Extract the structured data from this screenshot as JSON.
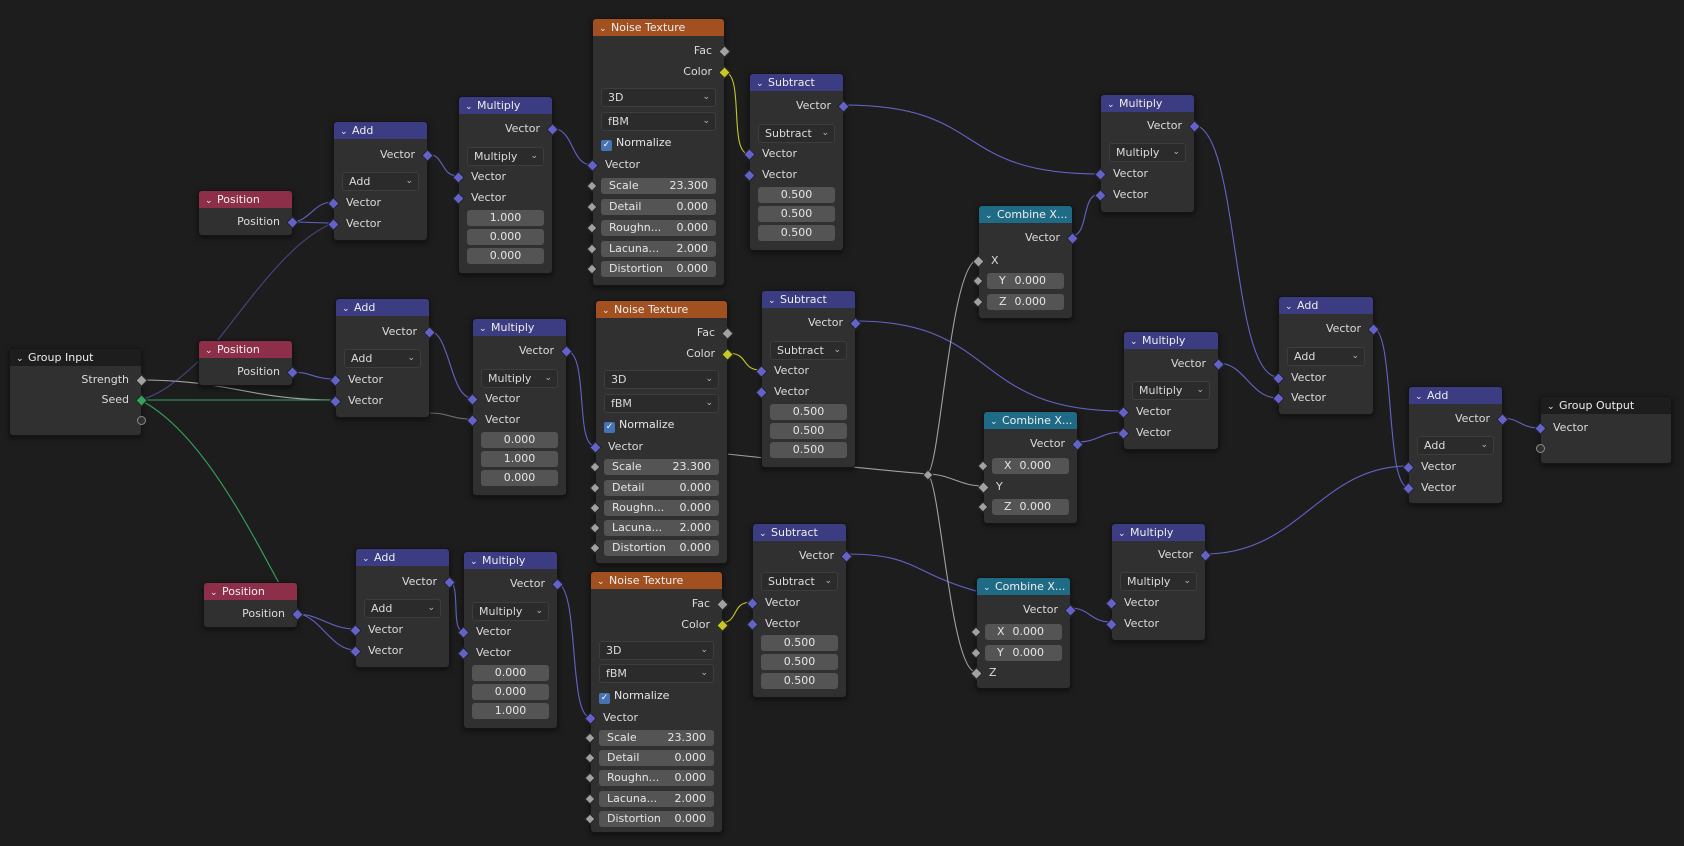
{
  "labels": {
    "group_input": "Group Input",
    "group_output": "Group Output",
    "position": "Position",
    "add": "Add",
    "multiply": "Multiply",
    "subtract": "Subtract",
    "noise_texture": "Noise Texture",
    "combine_xyz": "Combine X...",
    "vector": "Vector",
    "strength": "Strength",
    "seed": "Seed",
    "fac": "Fac",
    "color": "Color",
    "dim_3d": "3D",
    "fbm": "fBM",
    "normalize": "Normalize",
    "scale": "Scale",
    "detail": "Detail",
    "roughness": "Roughn...",
    "lacunarity": "Lacuna...",
    "distortion": "Distortion",
    "x": "X",
    "y": "Y",
    "z": "Z"
  },
  "values": {
    "scale": "23.300",
    "detail": "0.000",
    "roughness": "0.000",
    "lacunarity": "2.000",
    "distortion": "0.000",
    "half": "0.500",
    "zero": "0.000",
    "one": "1.000"
  },
  "multiply_vectors": {
    "m1": [
      "1.000",
      "0.000",
      "0.000"
    ],
    "m2": [
      "0.000",
      "1.000",
      "0.000"
    ],
    "m3": [
      "0.000",
      "0.000",
      "1.000"
    ]
  },
  "combine_values": {
    "c1": {
      "y": "0.000",
      "z": "0.000"
    },
    "c2": {
      "x": "0.000",
      "z": "0.000"
    },
    "c3": {
      "x": "0.000",
      "y": "0.000"
    }
  },
  "colors": {
    "vector_header": "#3c3c83",
    "texture_header": "#a2501f",
    "input_header": "#8e2f49",
    "combine_header": "#1f6b86",
    "vector_socket": "#6363c7",
    "color_socket": "#c7c729",
    "float_socket": "#a1a1a1",
    "int_socket": "#35a35d"
  }
}
